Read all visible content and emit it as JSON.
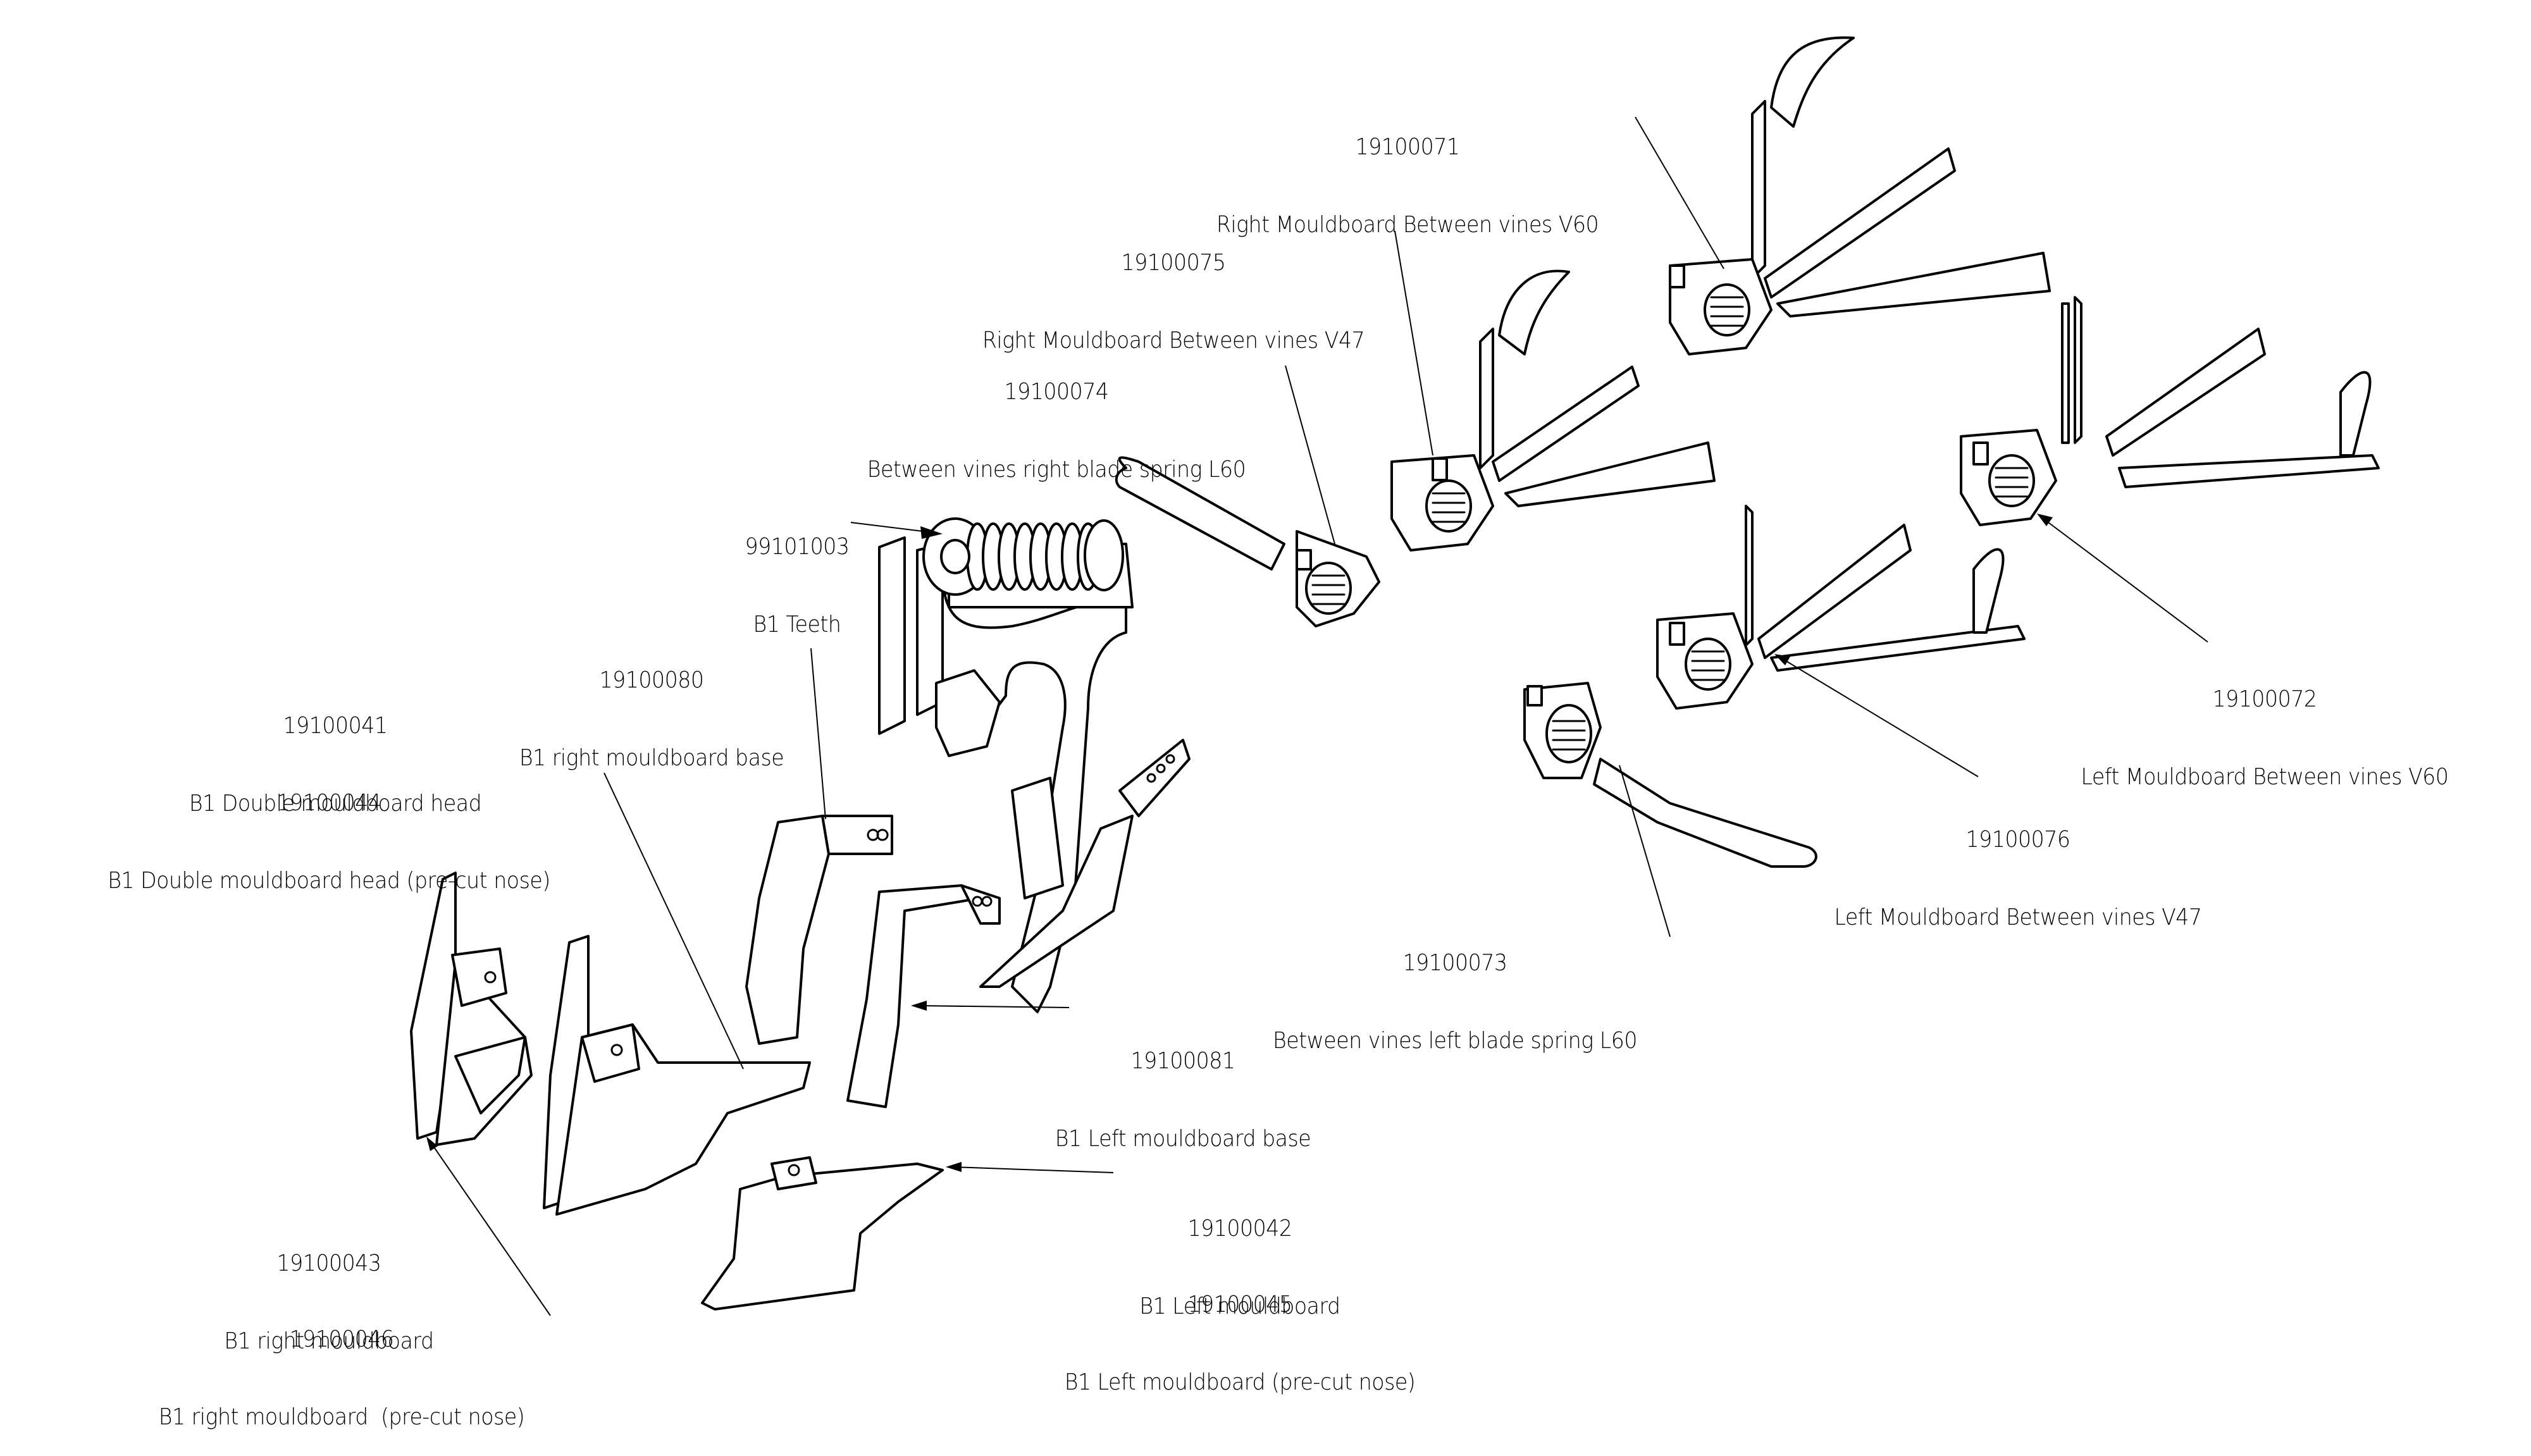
{
  "diagram": {
    "type": "exploded-parts-diagram",
    "callouts": [
      {
        "id": "c-19100071",
        "code": "19100071",
        "description": "Right Mouldboard Between vines V60"
      },
      {
        "id": "c-19100075",
        "code": "19100075",
        "description": "Right Mouldboard Between vines V47"
      },
      {
        "id": "c-19100074",
        "code": "19100074",
        "description": "Between vines right blade spring L60"
      },
      {
        "id": "c-99101003",
        "code": "99101003",
        "description": "B1 Teeth"
      },
      {
        "id": "c-19100080",
        "code": "19100080",
        "description": "B1 right mouldboard base"
      },
      {
        "id": "c-19100041",
        "code": "19100041",
        "description": "B1 Double mouldboard head"
      },
      {
        "id": "c-19100044",
        "code": "19100044",
        "description": "B1 Double mouldboard head (pre-cut nose)"
      },
      {
        "id": "c-19100072",
        "code": "19100072",
        "description": "Left Mouldboard Between vines V60"
      },
      {
        "id": "c-19100076",
        "code": "19100076",
        "description": "Left Mouldboard Between vines V47"
      },
      {
        "id": "c-19100073",
        "code": "19100073",
        "description": "Between vines left blade spring L60"
      },
      {
        "id": "c-19100081",
        "code": "19100081",
        "description": "B1 Left mouldboard base"
      },
      {
        "id": "c-19100042",
        "code": "19100042",
        "description": "B1 Left mouldboard"
      },
      {
        "id": "c-19100045",
        "code": "19100045",
        "description": "B1 Left mouldboard (pre-cut nose)"
      },
      {
        "id": "c-19100043",
        "code": "19100043",
        "description": "B1 right mouldboard"
      },
      {
        "id": "c-19100046",
        "code": "19100046",
        "description": "B1 right mouldboard  (pre-cut nose)"
      }
    ],
    "line_color": "#000000",
    "background": "#ffffff"
  }
}
